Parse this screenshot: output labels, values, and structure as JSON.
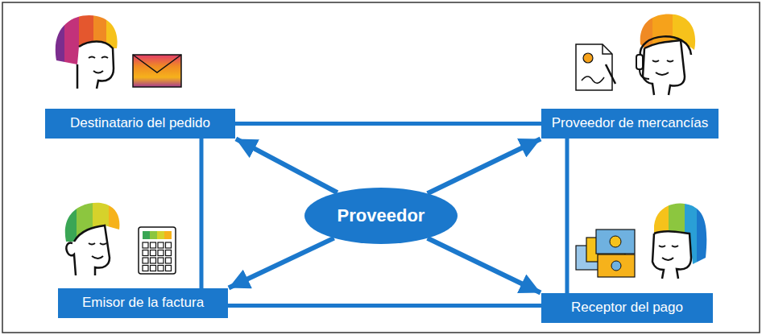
{
  "diagram": {
    "nodes": [
      {
        "text": [
          "Destinatario del pedido"
        ]
      },
      {
        "text": [
          "Proveedor de mercancías"
        ]
      },
      {
        "text": [
          "Proveedor"
        ]
      },
      {
        "text": [
          "Emisor de la factura"
        ]
      },
      {
        "text": [
          "Receptor del pago"
        ]
      }
    ],
    "edges": [
      {
        "from": 0,
        "to": 1,
        "arrow": "none"
      },
      {
        "from": 0,
        "to": 3,
        "arrow": "none"
      },
      {
        "from": 3,
        "to": 4,
        "arrow": "none"
      },
      {
        "from": 1,
        "to": 4,
        "arrow": "none"
      },
      {
        "from": 2,
        "to": 0,
        "arrow": "to"
      },
      {
        "from": 2,
        "to": 1,
        "arrow": "to"
      },
      {
        "from": 2,
        "to": 3,
        "arrow": "to"
      },
      {
        "from": 2,
        "to": 4,
        "arrow": "to"
      }
    ]
  }
}
